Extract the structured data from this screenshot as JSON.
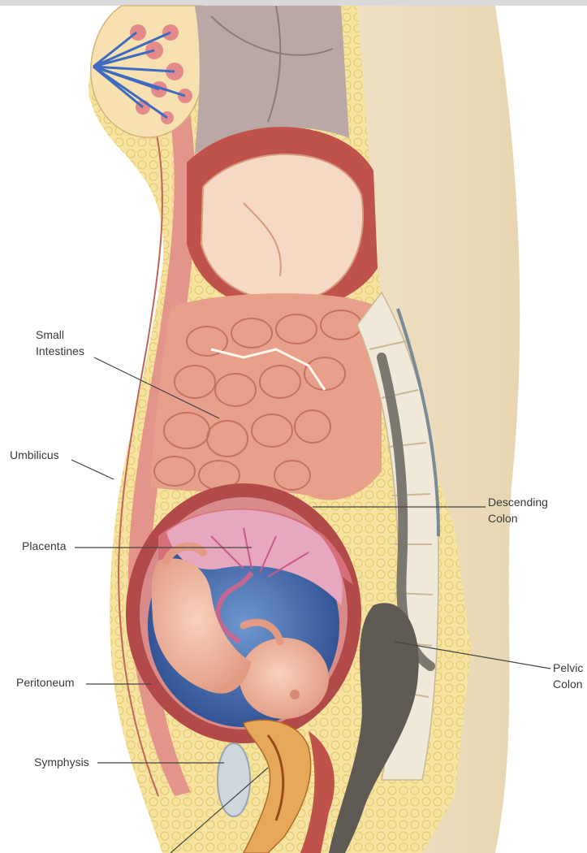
{
  "labels": {
    "small_intestines": [
      "Small",
      "Intestines"
    ],
    "umbilicus": "Umbilicus",
    "placenta": "Placenta",
    "peritoneum": "Peritoneum",
    "symphysis": "Symphysis",
    "descending_colon": [
      "Descending",
      "Colon"
    ],
    "pelvic_colon": [
      "Pelvic",
      "Colon"
    ]
  },
  "colors": {
    "background": "#ffffff",
    "skin": "#f2dfbd",
    "fat": "#f7e48a",
    "muscle": "#d9827a",
    "uterus_wall": "#b34a4a",
    "amniotic_fluid": "#3c64a8",
    "fetus": "#f2b59a",
    "intestines": "#e8a08a",
    "spine": "#f0e8d8",
    "colon": "#6b6560",
    "leader_line": "#444444"
  }
}
